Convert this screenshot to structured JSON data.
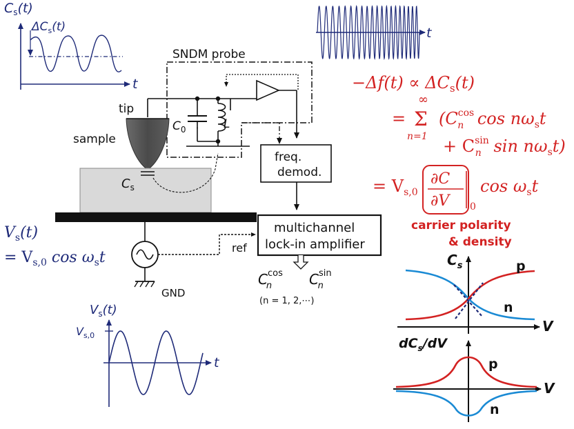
{
  "labels": {
    "probe": "SNDM probe",
    "tip": "tip",
    "sample": "sample",
    "cs": "C",
    "cs_sub": "s",
    "c0": "C",
    "c0_sub": "0",
    "l": "L",
    "freq1": "freq.",
    "freq2": "demod.",
    "lockin1": "multichannel",
    "lockin2": "lock-in amplifier",
    "ref": "ref",
    "gnd": "GND",
    "ccos": "C",
    "ccos_sup": "cos",
    "ccos_sub": "n",
    "csin": "C",
    "csin_sup": "sin",
    "csin_sub": "n",
    "nlist": "(n = 1, 2,⋯)"
  },
  "left_eq": {
    "line1": "V",
    "line1_sub": "s",
    "line1_tail": "(t)",
    "line2": "= V",
    "line2_sub": "s,0",
    "line2_tail": " cos ω",
    "line2_sub2": "s",
    "line2_tail2": "t"
  },
  "plots": {
    "cs_title": "C",
    "cs_title_sub": "s",
    "cs_title_tail": "(t)",
    "dcs_title": "ΔC",
    "dcs_title_sub": "s",
    "dcs_title_tail": "(t)",
    "t_label": "t",
    "vs_title": "V",
    "vs_title_sub": "s",
    "vs_title_tail": "(t)",
    "vs0": "V",
    "vs0_sub": "s,0",
    "t_label2": "t",
    "fm_t": "t"
  },
  "equation": {
    "l1": "−Δf(t) ∝ ΔC",
    "l1_sub": "s",
    "l1_tail": "(t)",
    "sum_top": "∞",
    "sum_bot": "n=1",
    "l2a": "= ",
    "l2b": "(C",
    "l2b_sup": "cos",
    "l2b_sub": "n",
    "l2c": " cos nω",
    "l2c_sub": "s",
    "l2c_tail": "t",
    "l3a": "+ C",
    "l3a_sup": "sin",
    "l3a_sub": "n",
    "l3b": " sin nω",
    "l3b_sub": "s",
    "l3b_tail": "t)",
    "l4a": "= V",
    "l4a_sub": "s,0",
    "frac_top": "∂C",
    "frac_bot": "∂V",
    "eval_sub": "0",
    "l4b": "cos ω",
    "l4b_sub": "s",
    "l4b_tail": "t"
  },
  "carrier": {
    "line1": "carrier polarity",
    "line2": "& density"
  },
  "cv_plot": {
    "ylabel": "C",
    "ylabel_sub": "s",
    "xlabel": "V",
    "p_label": "p",
    "n_label": "n"
  },
  "dcdv_plot": {
    "ylabel": "dC",
    "ylabel_sub": "s",
    "ylabel_tail": "/dV",
    "xlabel": "V",
    "p_label": "p",
    "n_label": "n"
  },
  "colors": {
    "navy": "#1e2a78",
    "red": "#d32222",
    "blue": "#1a8ad4",
    "gray_sample": "#d9d9d9"
  }
}
